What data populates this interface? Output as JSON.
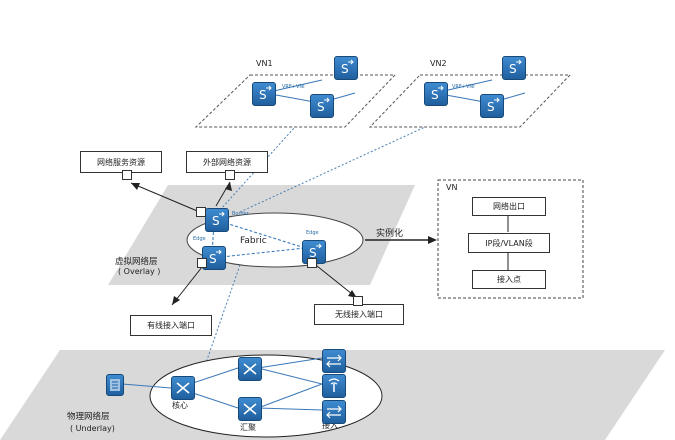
{
  "vn1": {
    "title": "VN1",
    "vrf_label": "VRF+VNI"
  },
  "vn2": {
    "title": "VN2",
    "vrf_label": "VRF+VNI"
  },
  "resources": {
    "network_service": "网络服务资源",
    "external_network": "外部网络资源"
  },
  "overlay": {
    "line1": "虚拟网络层",
    "line2": "( Overlay )",
    "fabric": "Fabric",
    "border": "Border",
    "edge_left": "Edge",
    "edge_right": "Edge"
  },
  "ports": {
    "wired": "有线接入端口",
    "wireless": "无线接入端口"
  },
  "instantiate": "实例化",
  "vn_panel": {
    "title": "VN",
    "items": [
      "网络出口",
      "IP段/VLAN段",
      "接入点"
    ]
  },
  "underlay": {
    "line1": "物理网络层",
    "line2": "( Underlay)",
    "core": "核心",
    "aggregation": "汇聚",
    "access": "接入"
  },
  "colors": {
    "plane": "#d9d9d9",
    "device_blue": "#2f74b8",
    "link_blue": "#3a78b8"
  }
}
